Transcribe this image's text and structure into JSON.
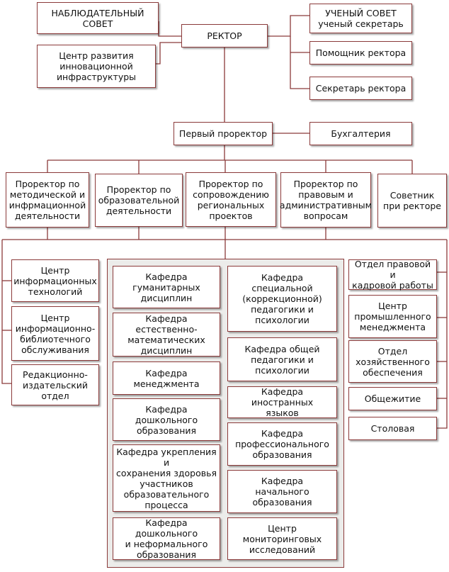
{
  "nodes": {
    "supervisory": "НАБЛЮДАТЕЛЬНЫЙ\nСОВЕТ",
    "rector": "РЕКТОР",
    "innovation_center": "Центр развития\nинновационной\nинфраструктуры",
    "academic_council": "УЧЕНЫЙ СОВЕТ\nученый секретарь",
    "assistant": "Помощник ректора",
    "secretary": "Секретарь ректора",
    "first_vice": "Первый проректор",
    "accounting": "Бухгалтерия",
    "vp_method": "Проректор по\nметодической и\nинфрмационной\nдеятельности",
    "vp_education": "Проректор по\nобразовательной\nдеятельности",
    "vp_regional": "Проректор по\nсопровождению\nрегиональных\nпроектов",
    "vp_legal": "Проректор по\nправовым и\nадминистративным\nвопросам",
    "advisor": "Советник\nпри ректоре",
    "it_center": "Центр\nинформационных\nтехнологий",
    "library_center": "Центр\nинформационно-\nбиблиотечного\nобслуживания",
    "publishing": "Редакционно-\nиздательский\nотдел",
    "dept_humanities": "Кафедра\nгуманитарных\nдисциплин",
    "dept_science": "Кафедра естественно-\nматематических\nдисциплин",
    "dept_management": "Кафедра\nменеджмента",
    "dept_preschool": "Кафедра\nдошкольного\nобразования",
    "dept_health": "Кафедра укрепления и\nсохранения здоровья\nучастников\nобразовательного\nпроцесса",
    "dept_preschool_nonformal": "Кафедра дошкольного\nи неформального\nобразования",
    "dept_special": "Кафедра специальной\n(коррекционной)\nпедагогики и\nпсихологии",
    "dept_general_ped": "Кафедра общей\nпедагогики и\nпсихологии",
    "dept_languages": "Кафедра иностранных\nязыков",
    "dept_vocational": "Кафедра\nпрофессионального\nобразования",
    "dept_primary": "Кафедра\nначального\nобразования",
    "monitoring_center": "Центр\nмониторинговых\nисследований",
    "legal_hr": "Отдел правовой и\nкадровой работы",
    "industrial_mgmt": "Центр\nпромышленного\nменеджмента",
    "household": "Отдел\nхозяйственного\nобеспечения",
    "dormitory": "Общежитие",
    "canteen": "Столовая"
  },
  "colors": {
    "border": "#8b3a3a",
    "line": "#8b3a3a",
    "panel": "#ececea"
  }
}
